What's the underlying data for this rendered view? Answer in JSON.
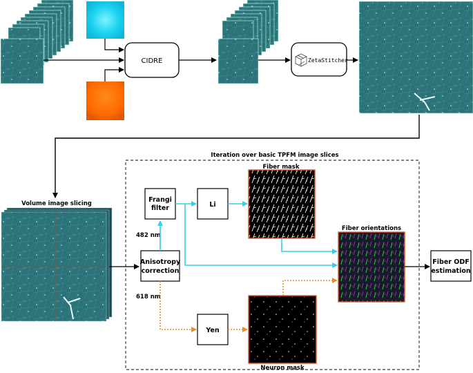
{
  "steps": {
    "cidre": "CIDRE",
    "zetastitcher": "ZetaStitcher",
    "volume_slicing": "Volume image slicing",
    "iteration_title": "Iteration over basic TPFM image slices",
    "frangi_line1": "Frangi",
    "frangi_line2": "filter",
    "li": "Li",
    "fiber_mask": "Fiber mask",
    "fiber_orientations": "Fiber orientations",
    "anisotropy_line1": "Anisotropy",
    "anisotropy_line2": "correction",
    "yen": "Yen",
    "neuron_mask": "Neuron mask",
    "odf_line1": "Fiber ODF",
    "odf_line2": "estimation",
    "wavelength_482": "482 nm",
    "wavelength_618": "618 nm"
  },
  "colors": {
    "tile": "#2f7f86",
    "tile_dark": "#1e5e66",
    "flatfield_cyan": "#19d3f0",
    "darkfield_orange": "#ff6a00",
    "cyan_arrow": "#2fd0e8",
    "orange_arrow": "#f08a1e",
    "mask_border": "#e05a2a",
    "slice_grid": "#c0392b"
  }
}
